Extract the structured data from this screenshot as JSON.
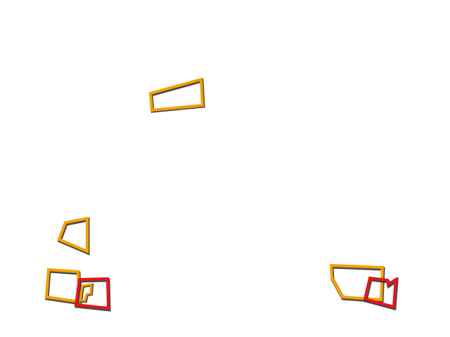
{
  "colors": {
    "background": "#ffffff",
    "primary_outline": "#f5a000",
    "secondary_outline": "#e8141a",
    "shadow": "#2a2a2a"
  },
  "shapes": [
    {
      "name": "shape-top-quad",
      "kind": "primary"
    },
    {
      "name": "shape-left-small-quad",
      "kind": "primary"
    },
    {
      "name": "shape-bottom-left-orange",
      "kind": "primary"
    },
    {
      "name": "shape-bottom-left-red",
      "kind": "secondary"
    },
    {
      "name": "shape-bottom-left-notch",
      "kind": "primary"
    },
    {
      "name": "shape-bottom-right-orange",
      "kind": "primary"
    },
    {
      "name": "shape-bottom-right-red",
      "kind": "secondary"
    }
  ]
}
